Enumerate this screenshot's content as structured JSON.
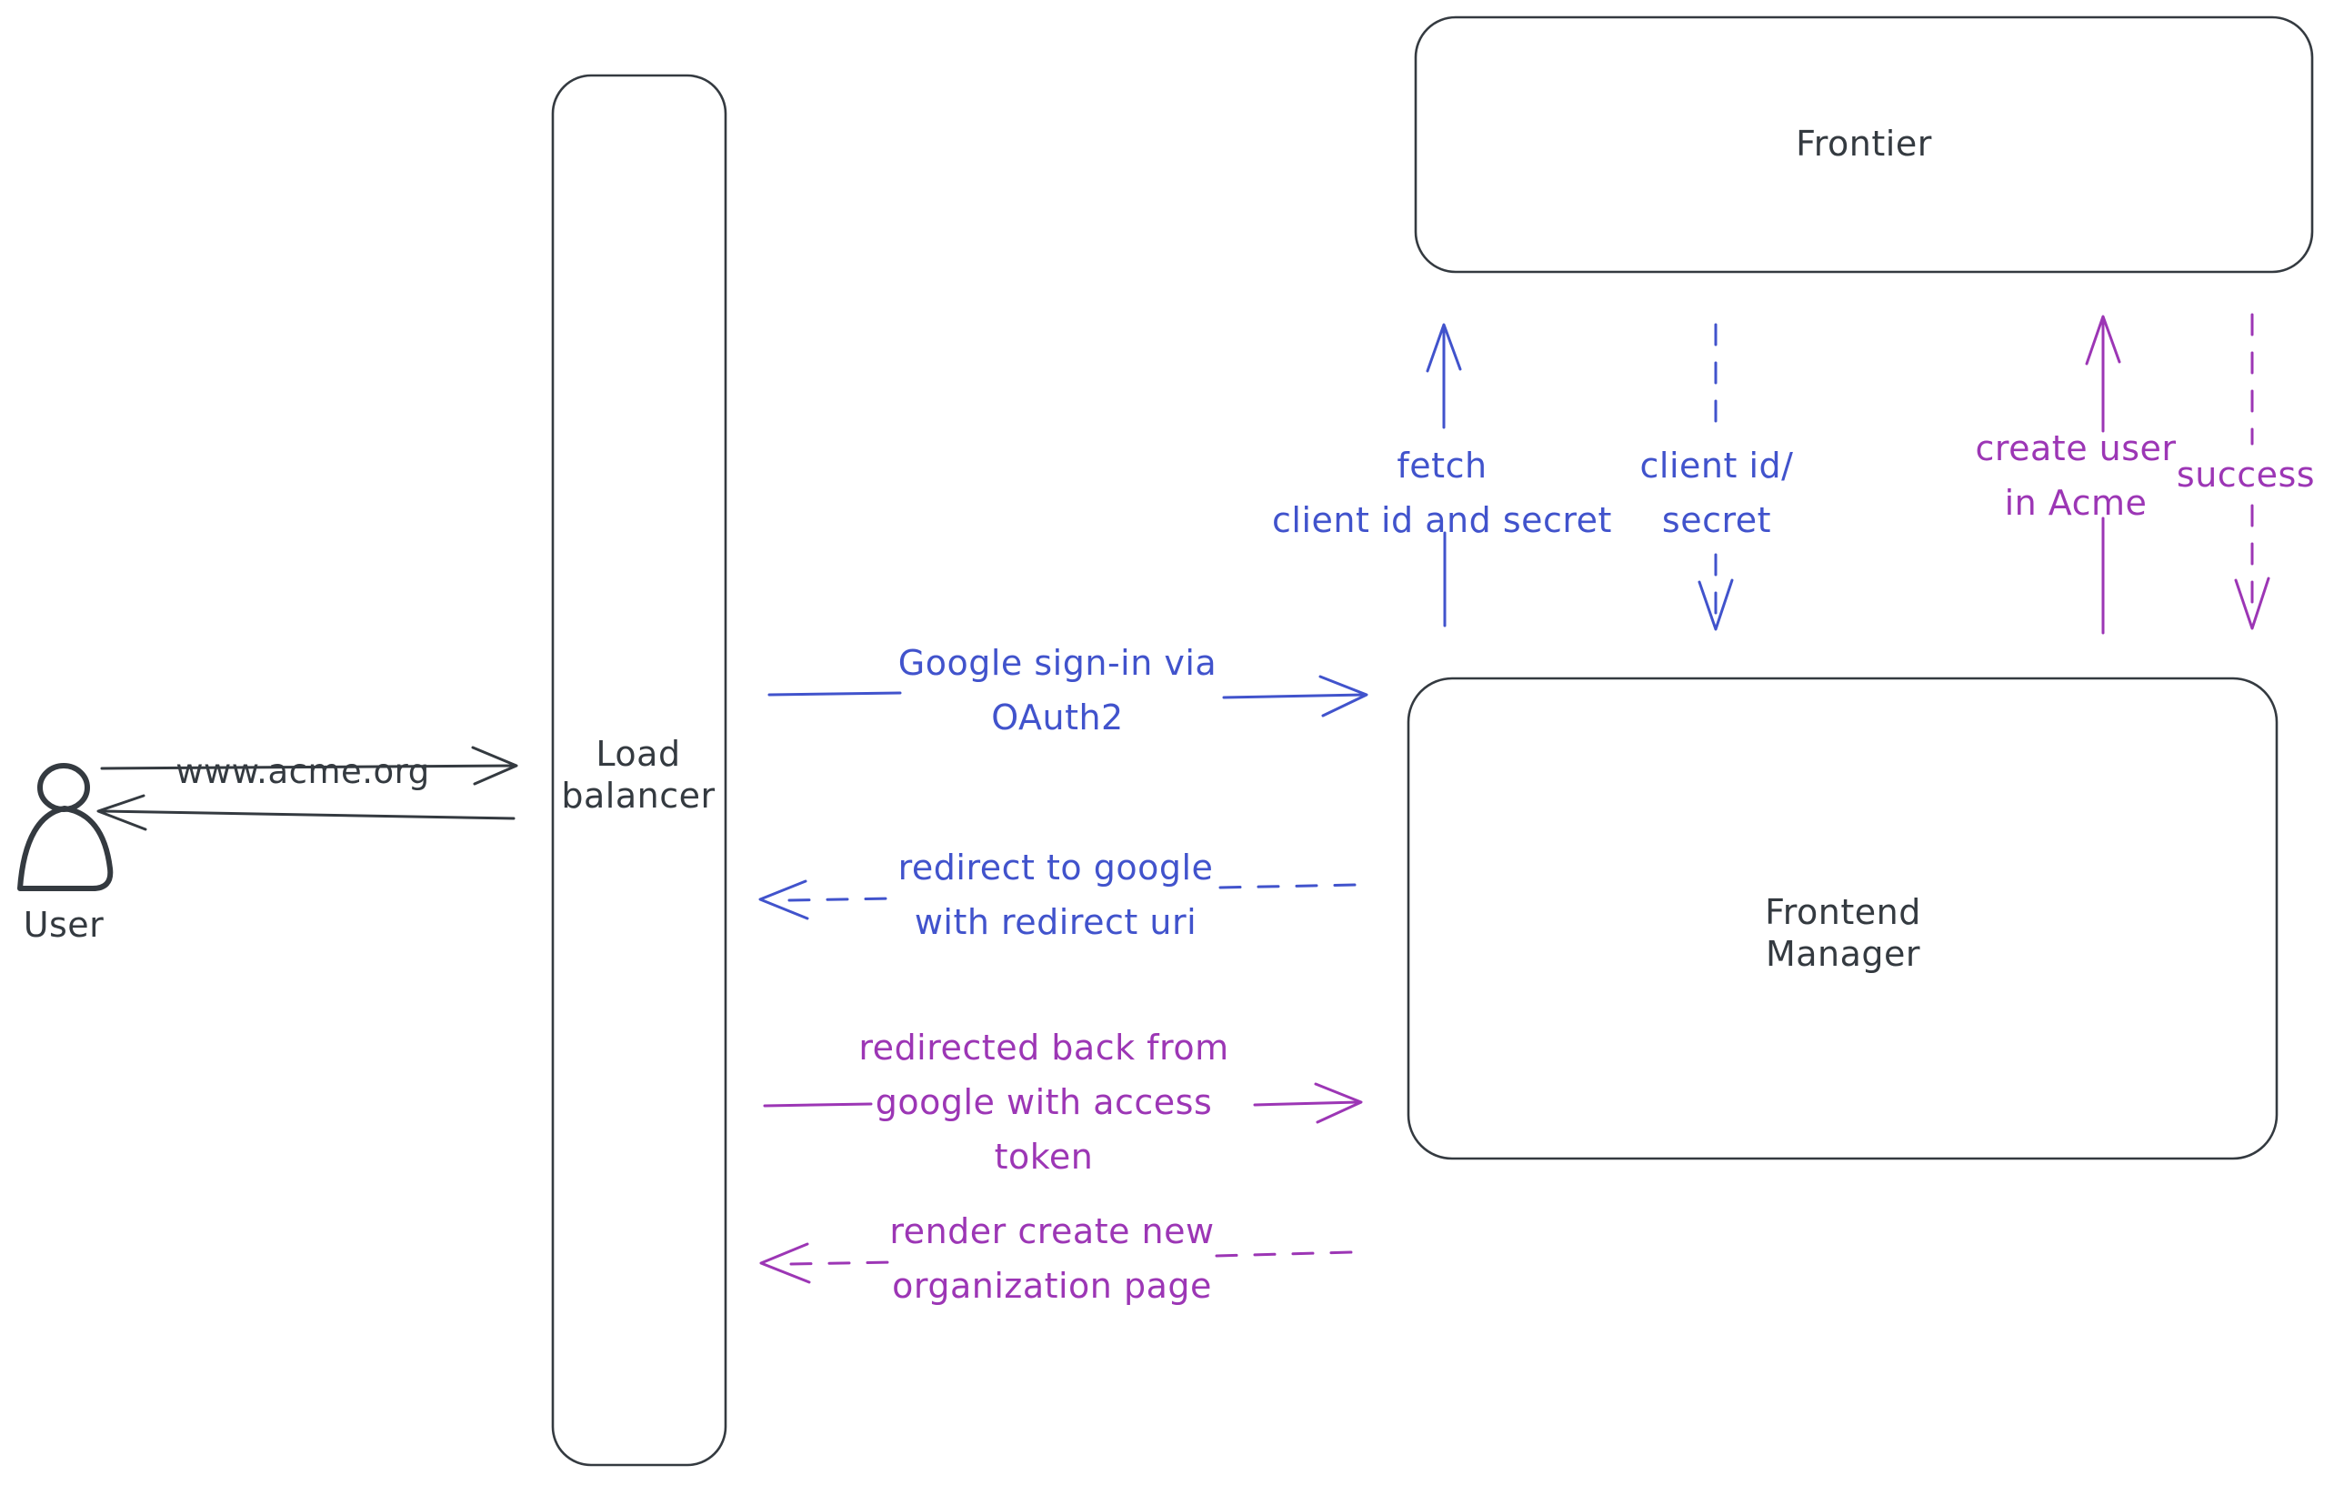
{
  "actors": {
    "user": {
      "label": "User"
    },
    "load_balancer": {
      "lines": [
        "Load",
        "balancer"
      ]
    },
    "frontier": {
      "label": "Frontier"
    },
    "frontend_manager": {
      "lines": [
        "Frontend",
        "Manager"
      ]
    }
  },
  "flows": {
    "acme_url": {
      "lines": [
        "www.acme.org"
      ],
      "style": "solid",
      "direction": "right",
      "color": "ink"
    },
    "signin": {
      "lines": [
        "Google sign-in via",
        "OAuth2"
      ],
      "style": "solid",
      "direction": "right",
      "color": "blue"
    },
    "redirect": {
      "lines": [
        "redirect to google",
        "with redirect uri"
      ],
      "style": "dashed",
      "direction": "left",
      "color": "blue"
    },
    "redirected_back": {
      "lines": [
        "redirected back from",
        "google with access",
        "token"
      ],
      "style": "solid",
      "direction": "right",
      "color": "purple"
    },
    "render_page": {
      "lines": [
        "render create new",
        "organization page"
      ],
      "style": "dashed",
      "direction": "left",
      "color": "purple"
    },
    "fetch_creds": {
      "lines": [
        "fetch",
        "client id and secret"
      ],
      "style": "solid",
      "direction": "up",
      "color": "blue"
    },
    "client_creds": {
      "lines": [
        "client id/",
        "secret"
      ],
      "style": "dashed",
      "direction": "down",
      "color": "blue"
    },
    "create_user": {
      "lines": [
        "create user",
        "in Acme"
      ],
      "style": "solid",
      "direction": "up",
      "color": "purple"
    },
    "success": {
      "lines": [
        "success"
      ],
      "style": "dashed",
      "direction": "down",
      "color": "purple"
    }
  },
  "colors": {
    "ink": "#343a40",
    "blue": "#4153cc",
    "purple": "#9c36b5",
    "hatch": "#ced4da",
    "background": "#ffffff"
  }
}
